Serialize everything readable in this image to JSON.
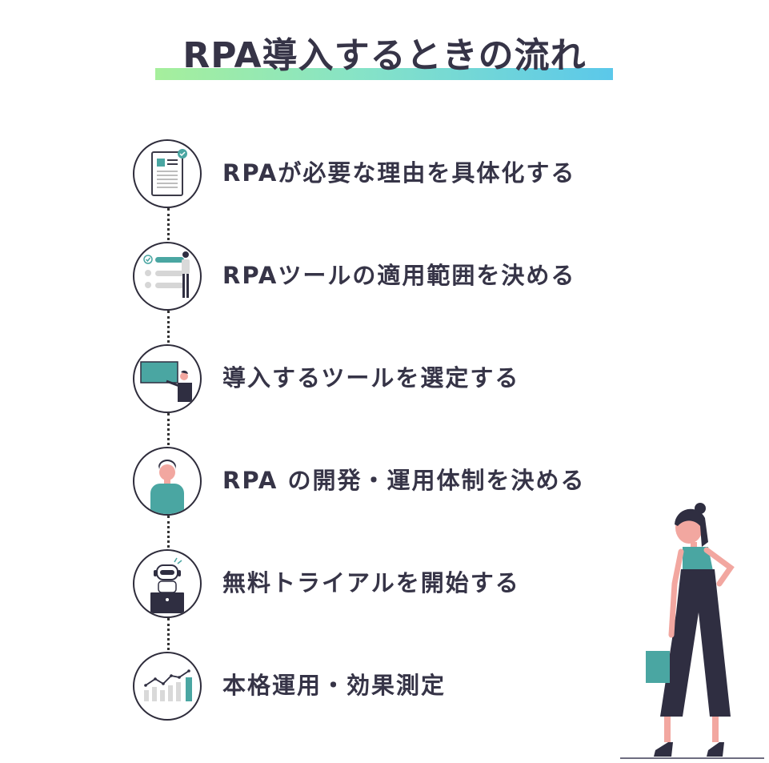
{
  "title": "RPA導入するときの流れ",
  "steps": [
    {
      "label": "RPAが必要な理由を具体化する",
      "icon": "document-check-icon"
    },
    {
      "label": "RPAツールの適用範囲を決める",
      "icon": "person-checklist-icon"
    },
    {
      "label": "導入するツールを選定する",
      "icon": "person-whiteboard-icon"
    },
    {
      "label": "RPA の開発・運用体制を決める",
      "icon": "person-avatar-icon"
    },
    {
      "label": "無料トライアルを開始する",
      "icon": "robot-laptop-icon"
    },
    {
      "label": "本格運用・効果測定",
      "icon": "growth-chart-icon"
    }
  ],
  "colors": {
    "text": "#363447",
    "accent_teal": "#4aa6a2",
    "gradient_start": "#a6ef9c",
    "gradient_end": "#5bc8ea"
  }
}
